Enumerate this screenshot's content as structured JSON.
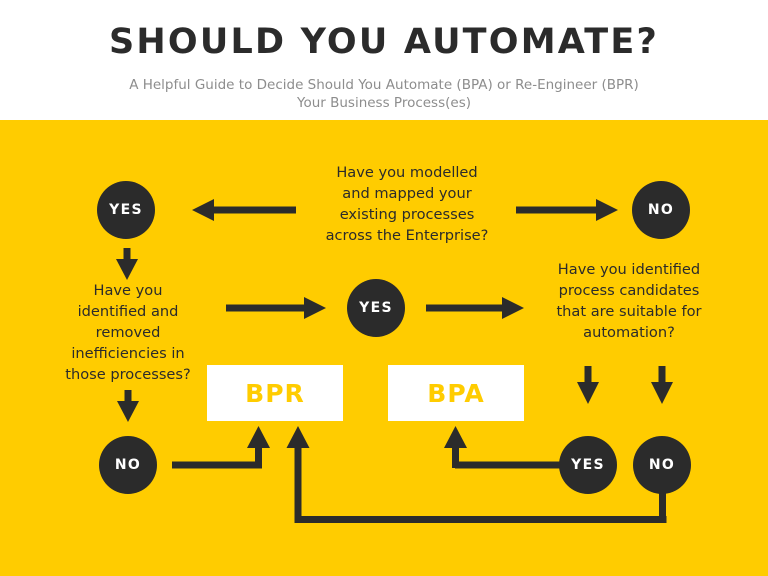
{
  "header": {
    "title": "SHOULD YOU AUTOMATE?",
    "subtitle_line1": "A Helpful Guide to Decide Should You Automate (BPA) or Re-Engineer (BPR)",
    "subtitle_line2": "Your Business Process(es)"
  },
  "colors": {
    "background": "#ffffff",
    "board": "#ffcc00",
    "ink": "#2b2b2b",
    "node_text": "#ffffff",
    "subtitle": "#8d8d8d",
    "result_text": "#ffcc00",
    "result_box": "#ffffff"
  },
  "flow": {
    "questions": [
      {
        "id": "q1-modelled-mapped",
        "lines": [
          "Have you modelled",
          "and mapped your",
          "existing processes",
          "across the Enterprise?"
        ]
      },
      {
        "id": "q2-inefficiencies",
        "lines": [
          "Have you",
          "identified and",
          "removed",
          "inefficiencies in",
          "those processes?"
        ]
      },
      {
        "id": "q3-automation-candidates",
        "lines": [
          "Have you identified",
          "process candidates",
          "that are suitable for",
          "automation?"
        ]
      }
    ],
    "nodes": {
      "q1_yes": "YES",
      "q1_no": "NO",
      "q2_yes": "YES",
      "q2_no": "NO",
      "q3_yes": "YES",
      "q3_no": "NO"
    },
    "outcomes": {
      "bpr": "BPR",
      "bpa": "BPA"
    }
  }
}
